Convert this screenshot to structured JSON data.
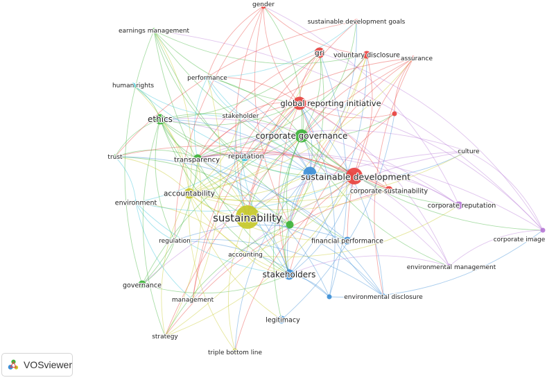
{
  "app": {
    "brand_label": "VOSviewer"
  },
  "clusters": {
    "red": "#e8423f",
    "green": "#3db33a",
    "blue": "#3d8fd6",
    "yellow": "#c7c929",
    "purple": "#b77ad6",
    "cyan": "#38c3d9"
  },
  "nodes": [
    {
      "id": "gender",
      "label": "gender",
      "cluster": "red",
      "weight": 1
    },
    {
      "id": "sdg",
      "label": "sustainable development goals",
      "cluster": "red",
      "weight": 1
    },
    {
      "id": "earnings",
      "label": "earnings management",
      "cluster": "green",
      "weight": 1
    },
    {
      "id": "gri",
      "label": "gri",
      "cluster": "red",
      "weight": 3
    },
    {
      "id": "voluntary",
      "label": "voluntary disclosure",
      "cluster": "red",
      "weight": 2
    },
    {
      "id": "assurance",
      "label": "assurance",
      "cluster": "red",
      "weight": 1
    },
    {
      "id": "performance",
      "label": "performance",
      "cluster": "cyan",
      "weight": 1
    },
    {
      "id": "humanrights",
      "label": "human rights",
      "cluster": "cyan",
      "weight": 1
    },
    {
      "id": "gri_full",
      "label": "global reporting initiative",
      "cluster": "red",
      "weight": 4
    },
    {
      "id": "redsmall",
      "label": "",
      "cluster": "red",
      "weight": 1
    },
    {
      "id": "stakeholder",
      "label": "stakeholder",
      "cluster": "cyan",
      "weight": 1
    },
    {
      "id": "ethics",
      "label": "ethics",
      "cluster": "green",
      "weight": 3
    },
    {
      "id": "corpgov",
      "label": "corporate governance",
      "cluster": "green",
      "weight": 4
    },
    {
      "id": "culture",
      "label": "culture",
      "cluster": "purple",
      "weight": 1
    },
    {
      "id": "trust",
      "label": "trust",
      "cluster": "green",
      "weight": 1
    },
    {
      "id": "transparency",
      "label": "transparency",
      "cluster": "green",
      "weight": 2
    },
    {
      "id": "reputation",
      "label": "reputation",
      "cluster": "cyan",
      "weight": 2
    },
    {
      "id": "sustdev",
      "label": "sustainable development",
      "cluster": "red",
      "weight": 5
    },
    {
      "id": "bluebig",
      "label": "",
      "cluster": "blue",
      "weight": 4
    },
    {
      "id": "corpsust",
      "label": "corporate sustainability",
      "cluster": "red",
      "weight": 2
    },
    {
      "id": "accountability",
      "label": "accountability",
      "cluster": "yellow",
      "weight": 3
    },
    {
      "id": "environment",
      "label": "environment",
      "cluster": "cyan",
      "weight": 1
    },
    {
      "id": "corprep",
      "label": "corporate reputation",
      "cluster": "purple",
      "weight": 2
    },
    {
      "id": "sustainability",
      "label": "sustainability",
      "cluster": "yellow",
      "weight": 6
    },
    {
      "id": "greensmall",
      "label": "",
      "cluster": "green",
      "weight": 2
    },
    {
      "id": "corpimage",
      "label": "corporate image",
      "cluster": "purple",
      "weight": 1
    },
    {
      "id": "regulation",
      "label": "regulation",
      "cluster": "green",
      "weight": 1
    },
    {
      "id": "finperf",
      "label": "financial performance",
      "cluster": "blue",
      "weight": 2
    },
    {
      "id": "accounting",
      "label": "accounting",
      "cluster": "yellow",
      "weight": 1
    },
    {
      "id": "envmgmt",
      "label": "environmental management",
      "cluster": "purple",
      "weight": 1
    },
    {
      "id": "stakeholders",
      "label": "stakeholders",
      "cluster": "blue",
      "weight": 3
    },
    {
      "id": "governance",
      "label": "governance",
      "cluster": "green",
      "weight": 2
    },
    {
      "id": "envdisc",
      "label": "environmental disclosure",
      "cluster": "blue",
      "weight": 1
    },
    {
      "id": "bluesmall",
      "label": "",
      "cluster": "blue",
      "weight": 1
    },
    {
      "id": "management",
      "label": "management",
      "cluster": "yellow",
      "weight": 1
    },
    {
      "id": "legitimacy",
      "label": "legitimacy",
      "cluster": "blue",
      "weight": 2
    },
    {
      "id": "strategy",
      "label": "strategy",
      "cluster": "yellow",
      "weight": 1
    },
    {
      "id": "tbl",
      "label": "triple bottom line",
      "cluster": "yellow",
      "weight": 1
    }
  ]
}
